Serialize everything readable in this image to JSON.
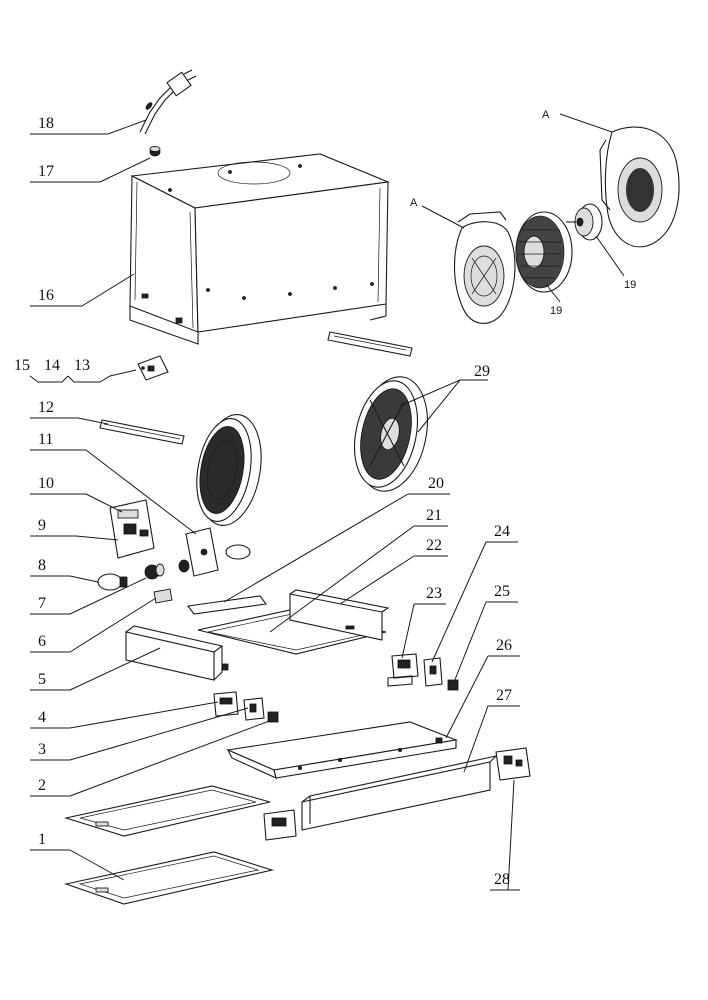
{
  "labels": {
    "p1": "1",
    "p2": "2",
    "p3": "3",
    "p4": "4",
    "p5": "5",
    "p6": "6",
    "p7": "7",
    "p8": "8",
    "p9": "9",
    "p10": "10",
    "p11": "11",
    "p12": "12",
    "p13": "13",
    "p14": "14",
    "p15": "15",
    "p16": "16",
    "p17": "17",
    "p18": "18",
    "p19a": "19",
    "p19b": "19",
    "p20": "20",
    "p21": "21",
    "p22": "22",
    "p23": "23",
    "p24": "24",
    "p25": "25",
    "p26": "26",
    "p27": "27",
    "p28": "28",
    "p29": "29",
    "a1": "A",
    "a2": "A"
  }
}
